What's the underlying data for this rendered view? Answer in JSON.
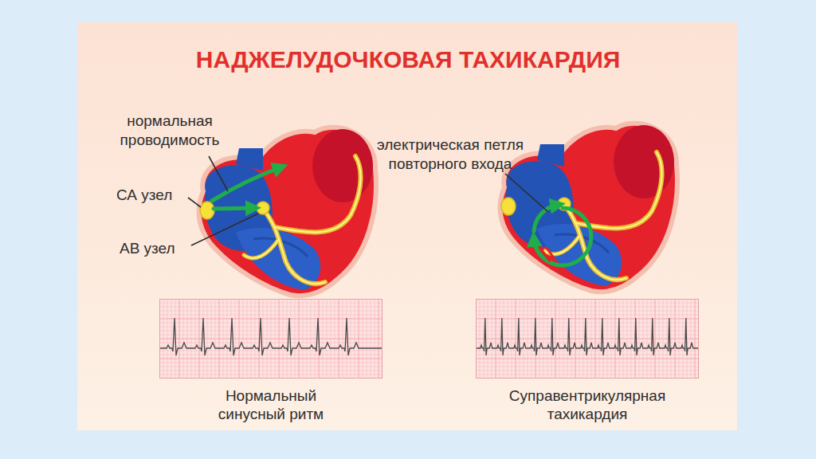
{
  "diagram": {
    "title": "НАДЖЕЛУДОЧКОВАЯ ТАХИКАРДИЯ",
    "nodes": [
      {
        "text": [
          "Нормальный синусный ритм"
        ]
      },
      {
        "text": [
          "Суправентрикулярная тахикардия"
        ]
      }
    ],
    "labels": [
      "нормальная проводимость",
      "СА узел",
      "АВ узел",
      "электрическая петля повторного входа"
    ]
  }
}
